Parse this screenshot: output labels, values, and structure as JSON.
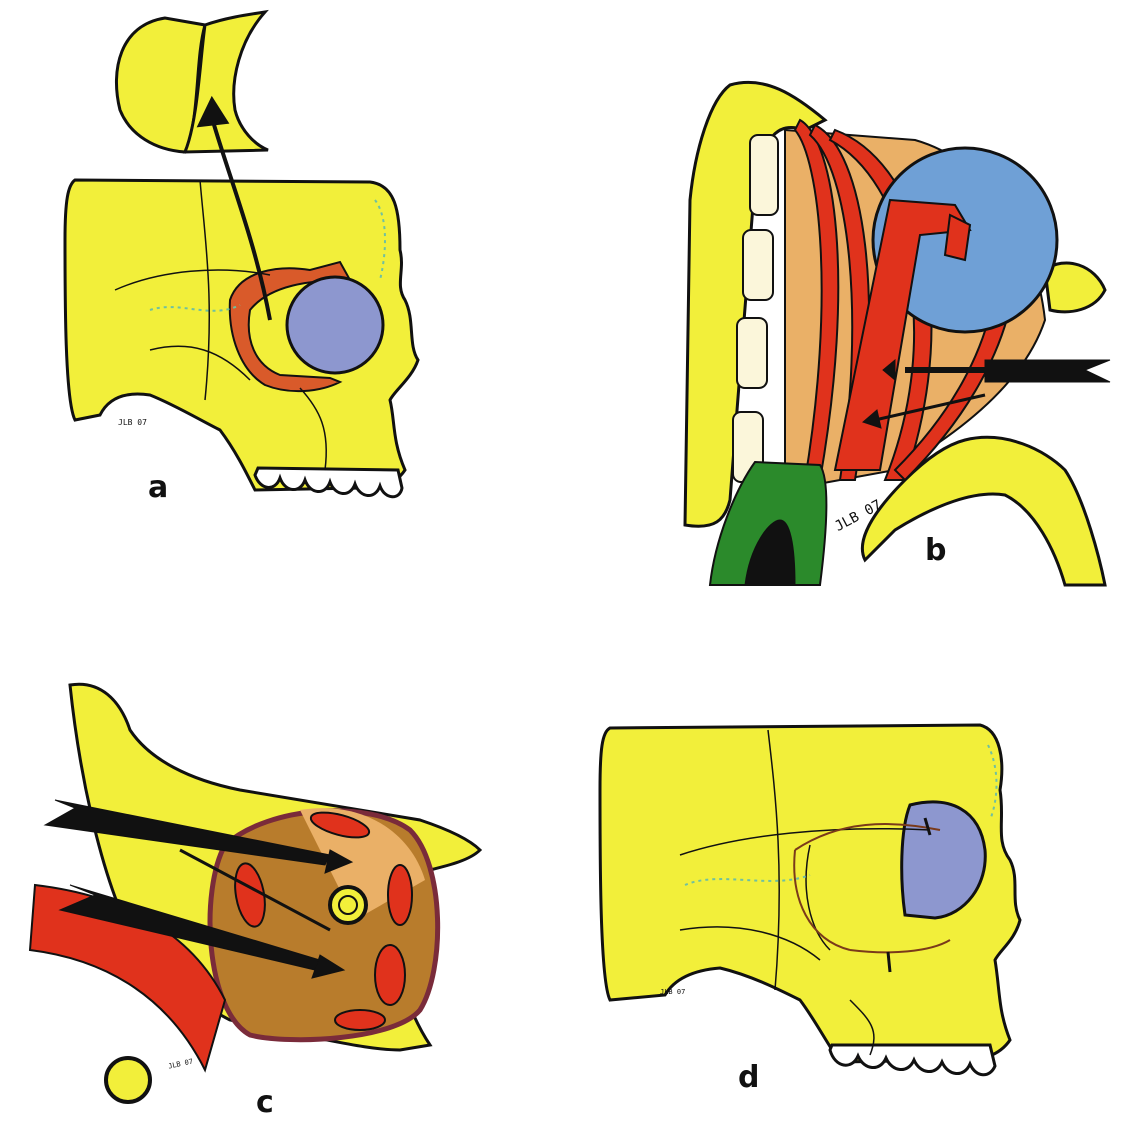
{
  "panels": [
    {
      "id": "a",
      "label": "a",
      "signature": "JLB 07"
    },
    {
      "id": "b",
      "label": "b",
      "signature": "JLB 07"
    },
    {
      "id": "c",
      "label": "c",
      "signature": "JLB 07"
    },
    {
      "id": "d",
      "label": "d",
      "signature": "JLB 07"
    }
  ],
  "colors": {
    "bone": "#f2ef3a",
    "globe": "#8d97cf",
    "globe_b": "#6fa0d6",
    "muscle": "#e0321c",
    "fat": "#eab067",
    "fat_dark": "#b87c2c",
    "nerve": "#2b8a2b",
    "outline": "#111111",
    "sutures_dotted": "#6fc0a0"
  }
}
